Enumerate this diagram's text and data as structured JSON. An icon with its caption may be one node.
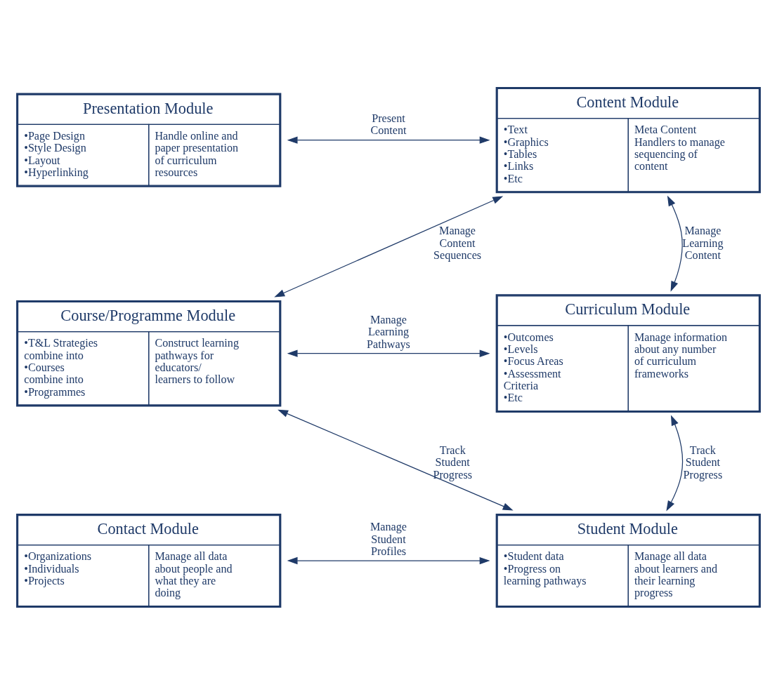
{
  "diagram": {
    "nodes": [
      {
        "text": [
          "Presentation Module",
          "•Page Design",
          "•Style Design",
          "•Layout",
          "•Hyperlinking",
          "Handle online and paper presentation of curriculum resources"
        ]
      },
      {
        "text": [
          "Content Module",
          "•Text",
          "•Graphics",
          "•Tables",
          "•Links",
          "•Etc",
          "Meta Content Handlers to manage sequencing of content"
        ]
      },
      {
        "text": [
          "Course/Programme Module",
          "•T&L Strategies",
          "combine into",
          "•Courses",
          "combine into",
          "•Programmes",
          "Construct learning pathways for educators/ learners to follow"
        ]
      },
      {
        "text": [
          "Curriculum Module",
          "•Outcomes",
          "•Levels",
          "•Focus Areas",
          "•Assessment Criteria",
          "•Etc",
          "Manage information about any number of curriculum frameworks"
        ]
      },
      {
        "text": [
          "Contact Module",
          "•Organizations",
          "•Individuals",
          "•Projects",
          "Manage all data about people and what they are doing"
        ]
      },
      {
        "text": [
          "Student Module",
          "•Student data",
          "•Progress on learning pathways",
          "Manage all data about learners and their learning progress"
        ]
      }
    ],
    "edges": [
      {
        "from": 0,
        "to": 1,
        "arrow": "both",
        "label": "Present Content"
      },
      {
        "from": 2,
        "to": 1,
        "arrow": "both",
        "label": "Manage Content Sequences"
      },
      {
        "from": 1,
        "to": 3,
        "arrow": "both",
        "label": "Manage Learning Content"
      },
      {
        "from": 2,
        "to": 3,
        "arrow": "both",
        "label": "Manage Learning Pathways"
      },
      {
        "from": 2,
        "to": 5,
        "arrow": "both",
        "label": "Track Student Progress"
      },
      {
        "from": 3,
        "to": 5,
        "arrow": "both",
        "label": "Track Student Progress"
      },
      {
        "from": 4,
        "to": 5,
        "arrow": "both",
        "label": "Manage Student Profiles"
      }
    ]
  }
}
